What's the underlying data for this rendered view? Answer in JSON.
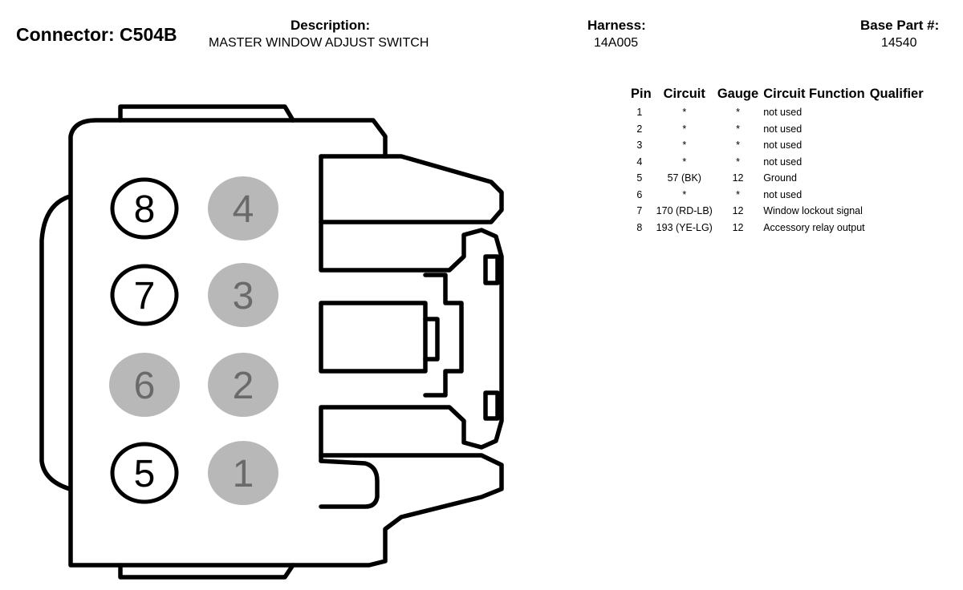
{
  "header": {
    "connector": "Connector: C504B",
    "description_label": "Description:",
    "description_value": "MASTER WINDOW ADJUST SWITCH",
    "harness_label": "Harness:",
    "harness_value": "14A005",
    "base_part_label": "Base Part #:",
    "base_part_value": "14540"
  },
  "table": {
    "columns": [
      "Pin",
      "Circuit",
      "Gauge",
      "Circuit Function",
      "Qualifier"
    ],
    "rows": [
      {
        "pin": "1",
        "circuit": "*",
        "gauge": "*",
        "function": "not used",
        "qualifier": ""
      },
      {
        "pin": "2",
        "circuit": "*",
        "gauge": "*",
        "function": "not used",
        "qualifier": ""
      },
      {
        "pin": "3",
        "circuit": "*",
        "gauge": "*",
        "function": "not used",
        "qualifier": ""
      },
      {
        "pin": "4",
        "circuit": "*",
        "gauge": "*",
        "function": "not used",
        "qualifier": ""
      },
      {
        "pin": "5",
        "circuit": "57 (BK)",
        "gauge": "12",
        "function": "Ground",
        "qualifier": ""
      },
      {
        "pin": "6",
        "circuit": "*",
        "gauge": "*",
        "function": "not used",
        "qualifier": ""
      },
      {
        "pin": "7",
        "circuit": "170 (RD-LB)",
        "gauge": "12",
        "function": "Window lockout signal",
        "qualifier": ""
      },
      {
        "pin": "8",
        "circuit": "193 (YE-LG)",
        "gauge": "12",
        "function": "Accessory relay output",
        "qualifier": ""
      }
    ]
  },
  "pins": [
    {
      "label": "8",
      "status": "used"
    },
    {
      "label": "4",
      "status": "unused"
    },
    {
      "label": "7",
      "status": "used"
    },
    {
      "label": "3",
      "status": "unused"
    },
    {
      "label": "6",
      "status": "unused"
    },
    {
      "label": "2",
      "status": "unused"
    },
    {
      "label": "5",
      "status": "used"
    },
    {
      "label": "1",
      "status": "unused"
    }
  ],
  "colors": {
    "used_fill": "#ffffff",
    "unused_fill": "#b8b8b8",
    "outline": "#000000"
  }
}
